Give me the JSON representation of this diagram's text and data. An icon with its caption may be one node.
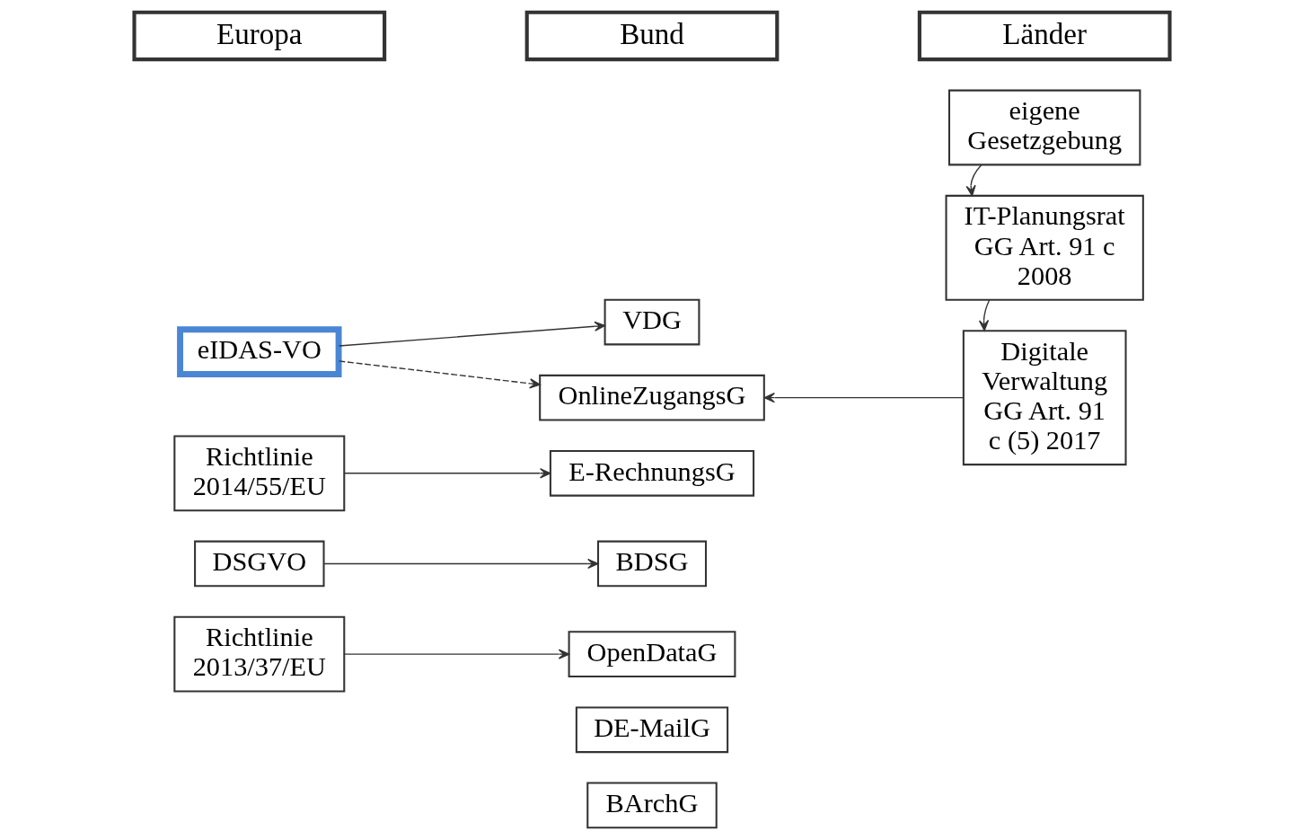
{
  "diagram": {
    "nodes": [
      {
        "text": [
          "Europa"
        ]
      },
      {
        "text": [
          "Bund"
        ]
      },
      {
        "text": [
          "Länder"
        ]
      },
      {
        "text": [
          "eIDAS-VO"
        ]
      },
      {
        "text": [
          "Richtlinie 2014/55/EU"
        ]
      },
      {
        "text": [
          "DSGVO"
        ]
      },
      {
        "text": [
          "Richtlinie 2013/37/EU"
        ]
      },
      {
        "text": [
          "VDG"
        ]
      },
      {
        "text": [
          "E-RechnungsG"
        ]
      },
      {
        "text": [
          "BDSG"
        ]
      },
      {
        "text": [
          "OpenDataG"
        ]
      },
      {
        "text": [
          "DE-MailG"
        ]
      },
      {
        "text": [
          "BArchG"
        ]
      },
      {
        "text": [
          "OnlineZugangsG"
        ]
      },
      {
        "text": [
          "eigene Gesetzgebung"
        ]
      },
      {
        "text": [
          "IT-Planungsrat GG Art. 91 c 2008"
        ]
      },
      {
        "text": [
          "Digitale Verwaltung GG Art. 91 c (5) 2017"
        ]
      }
    ],
    "edges": [
      {
        "from": 3,
        "to": 7,
        "arrow": "to"
      },
      {
        "from": 3,
        "to": 13,
        "arrow": "to",
        "style": "dashed"
      },
      {
        "from": 4,
        "to": 8,
        "arrow": "to"
      },
      {
        "from": 5,
        "to": 9,
        "arrow": "to"
      },
      {
        "from": 6,
        "to": 10,
        "arrow": "to"
      },
      {
        "from": 14,
        "to": 15,
        "arrow": "to"
      },
      {
        "from": 15,
        "to": 16,
        "arrow": "to"
      },
      {
        "from": 16,
        "to": 13,
        "arrow": "to"
      }
    ]
  }
}
